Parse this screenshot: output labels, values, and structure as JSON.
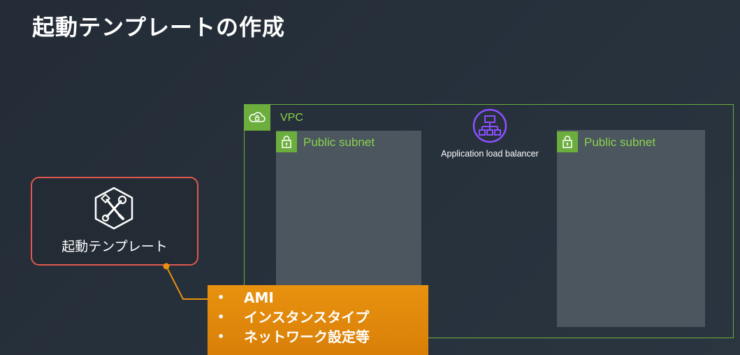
{
  "slide": {
    "title": "起動テンプレートの作成"
  },
  "vpc": {
    "label": "VPC"
  },
  "subnets": [
    {
      "label": "Public subnet"
    },
    {
      "label": "Public subnet"
    }
  ],
  "load_balancer": {
    "label": "Application load balancer"
  },
  "launch_template": {
    "label": "起動テンプレート"
  },
  "callout": {
    "items": [
      "AMI",
      "インスタンスタイプ",
      "ネットワーク設定等"
    ],
    "bullet": "•"
  },
  "colors": {
    "vpc_green": "#6cae3e",
    "subnet_label_green": "#8bd14f",
    "launch_template_border": "#e0574f",
    "callout_orange": "#e8920f",
    "alb_purple": "#8c4fff"
  }
}
